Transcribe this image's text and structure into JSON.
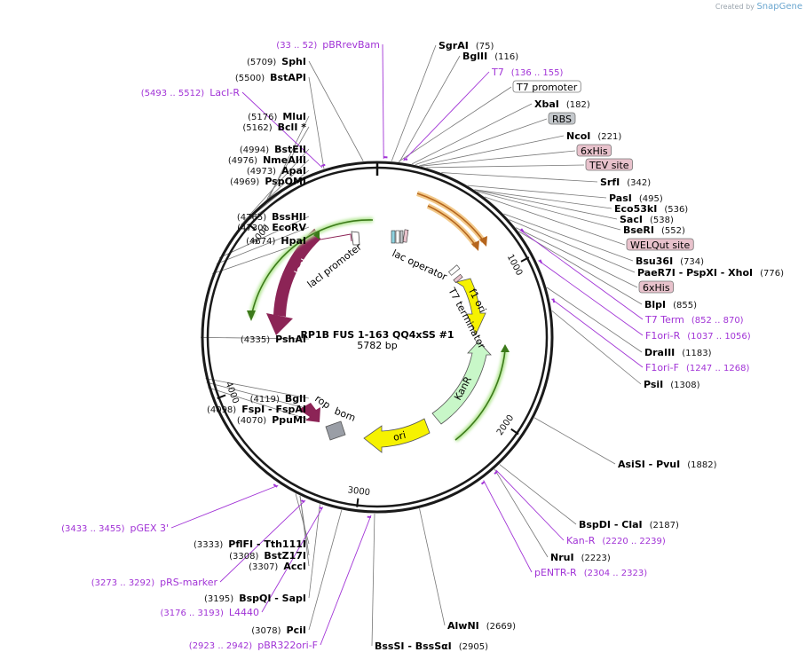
{
  "credit": {
    "prefix": "Created by",
    "brand": "SnapGene"
  },
  "plasmid": {
    "name": "RP1B FUS 1-163 QQ4xSS #1",
    "size": "5782 bp"
  },
  "ticks": [
    "1000",
    "2000",
    "3000",
    "4000",
    "5000"
  ],
  "left_labels": [
    {
      "pos": "(5709)",
      "name": "SphI"
    },
    {
      "pos": "(5500)",
      "name": "BstAPI"
    },
    {
      "pos": "(5176)",
      "name": "MluI"
    },
    {
      "pos": "(5162)",
      "name": "BclI *"
    },
    {
      "pos": "(4994)",
      "name": "BstEII"
    },
    {
      "pos": "(4976)",
      "name": "NmeAIII"
    },
    {
      "pos": "(4973)",
      "name": "ApaI"
    },
    {
      "pos": "(4969)",
      "name": "PspOMI"
    },
    {
      "pos": "(4765)",
      "name": "BssHII"
    },
    {
      "pos": "(4730)",
      "name": "EcoRV"
    },
    {
      "pos": "(4674)",
      "name": "HpaI"
    },
    {
      "pos": "(4335)",
      "name": "PshAI"
    },
    {
      "pos": "(4119)",
      "name": "BglI"
    },
    {
      "pos": "(4098)",
      "name": "FspI   - FspAI"
    },
    {
      "pos": "(4070)",
      "name": "PpuMI"
    },
    {
      "pos": "(3333)",
      "name": "PflFI   - Tth111I"
    },
    {
      "pos": "(3308)",
      "name": "BstZ17I"
    },
    {
      "pos": "(3307)",
      "name": "AccI"
    },
    {
      "pos": "(3195)",
      "name": "BspQI   - SapI"
    },
    {
      "pos": "(3078)",
      "name": "PciI"
    }
  ],
  "left_primers": [
    {
      "pos": "(33 .. 52)",
      "name": "pBRrevBam"
    },
    {
      "pos": "(5493 .. 5512)",
      "name": "LacI-R"
    },
    {
      "pos": "(3433 .. 3455)",
      "name": "pGEX 3'"
    },
    {
      "pos": "(3273 .. 3292)",
      "name": "pRS-marker"
    },
    {
      "pos": "(3176 .. 3193)",
      "name": "L4440"
    },
    {
      "pos": "(2923 .. 2942)",
      "name": "pBR322ori-F"
    }
  ],
  "right_labels": [
    {
      "name": "SgrAI",
      "pos": "(75)"
    },
    {
      "name": "BglII",
      "pos": "(116)"
    },
    {
      "name": "XbaI",
      "pos": "(182)"
    },
    {
      "name": "NcoI",
      "pos": "(221)"
    },
    {
      "name": "SrfI",
      "pos": "(342)"
    },
    {
      "name": "PasI",
      "pos": "(495)"
    },
    {
      "name": "Eco53kI",
      "pos": "(536)"
    },
    {
      "name": "SacI",
      "pos": "(538)"
    },
    {
      "name": "BseRI",
      "pos": "(552)"
    },
    {
      "name": "Bsu36I",
      "pos": "(734)"
    },
    {
      "name": "PaeR7I   - PspXI   - XhoI",
      "pos": "(776)"
    },
    {
      "name": "BlpI",
      "pos": "(855)"
    },
    {
      "name": "DraIII",
      "pos": "(1183)"
    },
    {
      "name": "PsiI",
      "pos": "(1308)"
    },
    {
      "name": "AsiSI   - PvuI",
      "pos": "(1882)"
    },
    {
      "name": "BspDI   - ClaI",
      "pos": "(2187)"
    },
    {
      "name": "NruI",
      "pos": "(2223)"
    },
    {
      "name": "AlwNI",
      "pos": "(2669)"
    },
    {
      "name": "BssSI   - BssSαI",
      "pos": "(2905)"
    }
  ],
  "right_primers": [
    {
      "name": "T7",
      "pos": "(136 .. 155)"
    },
    {
      "name": "T7 Term",
      "pos": "(852 .. 870)"
    },
    {
      "name": "F1ori-R",
      "pos": "(1037 .. 1056)"
    },
    {
      "name": "F1ori-F",
      "pos": "(1247 .. 1268)"
    },
    {
      "name": "Kan-R",
      "pos": "(2220 .. 2239)"
    },
    {
      "name": "pENTR-R",
      "pos": "(2304 .. 2323)"
    }
  ],
  "feature_boxes": [
    "T7 promoter",
    "RBS",
    "6xHis",
    "TEV site",
    "WELQut site",
    "6xHis"
  ],
  "map_features": [
    "lacI",
    "lacI promoter",
    "lac operator",
    "T7 terminator",
    "f1 ori",
    "KanR",
    "ori",
    "bom",
    "rop"
  ],
  "colors": {
    "backbone": "#1a1a1a",
    "primer": "#a133d6",
    "laci": "#8c2456",
    "f1ori": "#f6f200",
    "kanr": "#c8f7c8",
    "ori": "#f6f200",
    "bom": "#9a9ea6",
    "rop": "#8c2456",
    "orf_green": "#3c7a1a",
    "orf_orange": "#b5651d",
    "box_gray": "#c4c8cc",
    "box_pink": "#e8c2cc"
  }
}
